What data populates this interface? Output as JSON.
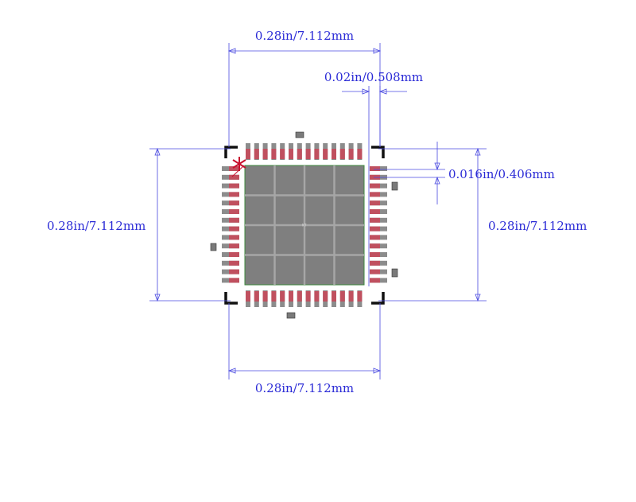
{
  "dimensions": {
    "top_width": "0.28in/7.112mm",
    "bottom_width": "0.28in/7.112mm",
    "left_height": "0.28in/7.112mm",
    "right_height": "0.28in/7.112mm",
    "pin_pitch": "0.02in/0.508mm",
    "pad_width": "0.016in/0.406mm"
  },
  "package": {
    "pins_per_side": 14,
    "center_label": "NT"
  },
  "colors": {
    "dimension": "#2b2bd6",
    "pad": "#8c8c8c",
    "pad_copper": "#c0505f",
    "thermal_pad": "#8c8c8c",
    "pin1_marker": "#c8102e",
    "outline": "#111111"
  },
  "icons": {
    "pin1_marker": "asterisk-icon"
  }
}
